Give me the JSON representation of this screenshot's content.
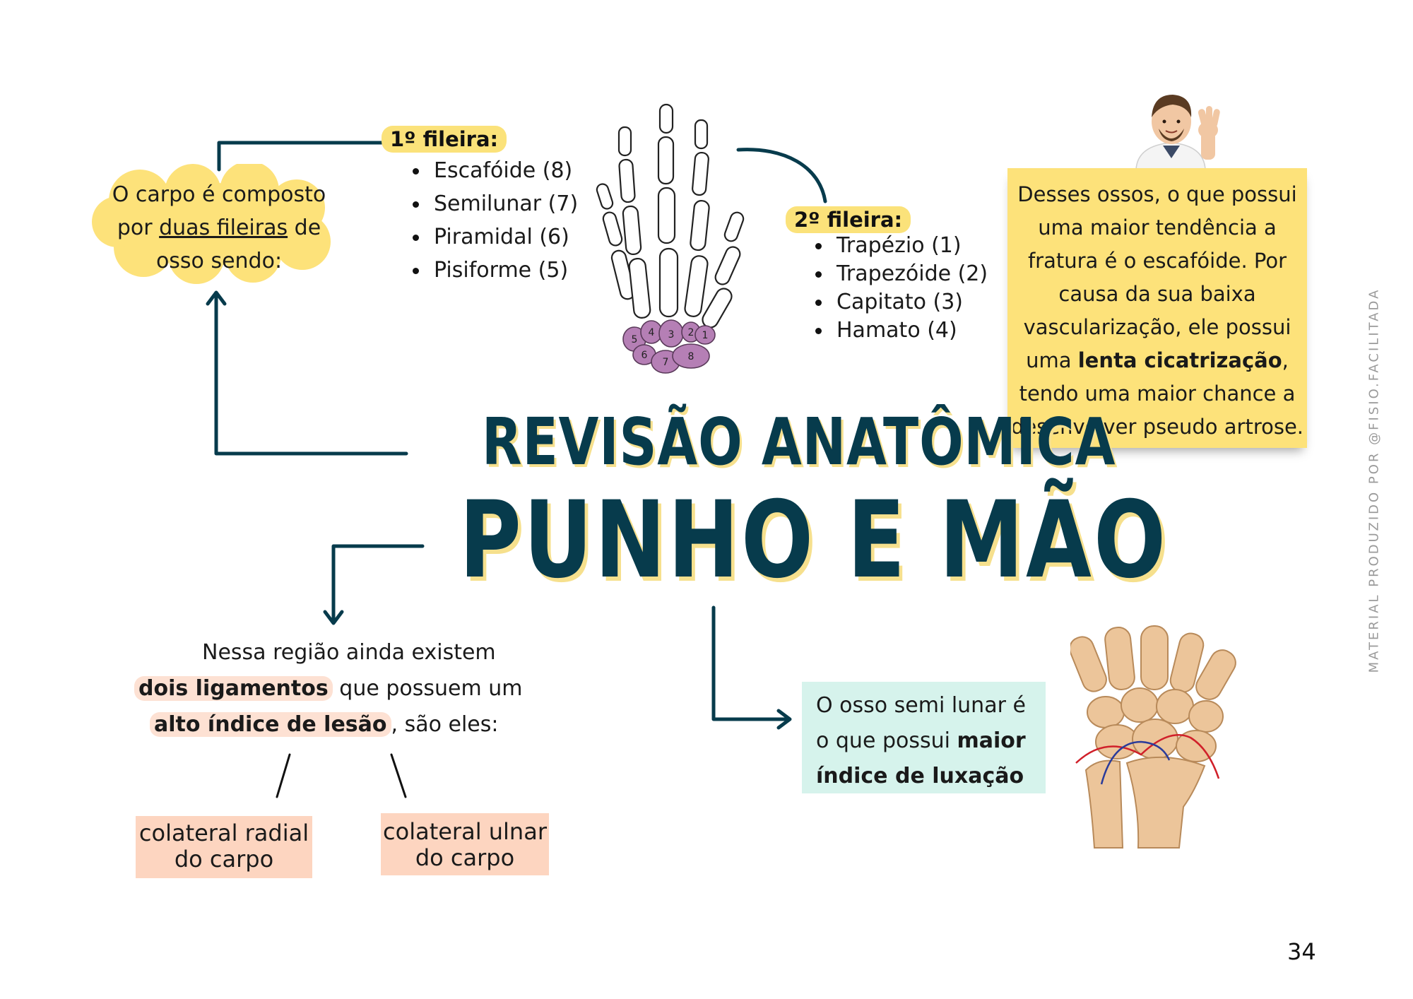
{
  "cloud": {
    "line1": "O carpo é composto",
    "line2_pre": "por ",
    "line2_u": "duas fileiras",
    "line2_post": " de",
    "line3": "osso sendo:"
  },
  "row1": {
    "label": "1º fileira:",
    "items": [
      "Escafóide (8)",
      "Semilunar (7)",
      "Piramidal (6)",
      "Pisiforme (5)"
    ]
  },
  "row2": {
    "label": "2º fileira:",
    "items": [
      "Trapézio (1)",
      "Trapezóide (2)",
      "Capitato (3)",
      "Hamato (4)"
    ]
  },
  "hand_numbers": [
    "5",
    "4",
    "3",
    "2",
    "1",
    "6",
    "7",
    "8"
  ],
  "note": {
    "lines": [
      "Desses ossos, o que possui",
      "uma maior tendência a",
      "fratura é o escafóide. Por",
      "causa da sua baixa",
      "vascularização, ele possui"
    ],
    "line6_pre": "uma ",
    "line6_bold": "lenta cicatrização",
    "line6_post": ",",
    "line7": "tendo uma maior chance a",
    "line8": "desenvolver pseudo artrose."
  },
  "title": {
    "line1": "REVISÃO ANATÔMICA",
    "line2": "PUNHO E MÃO"
  },
  "ligaments": {
    "line1": "Nessa região ainda existem",
    "line2_bold": "dois ligamentos",
    "line2_post": " que possuem um",
    "line3_bold": "alto índice de lesão",
    "line3_post": ", são eles:",
    "left": {
      "line1": "colateral radial",
      "line2": "do carpo"
    },
    "right": {
      "line1": "colateral ulnar",
      "line2": "do carpo"
    }
  },
  "lunate": {
    "line1": "O osso semi lunar é",
    "line2_pre": "o que possui ",
    "line2_bold": "maior",
    "line3_bold": "índice de luxação"
  },
  "side_text": "MATERIAL PRODUZIDO POR @FISIO.FACILITADA",
  "page_number": "34",
  "colors": {
    "navy": "#073b4c",
    "yellow": "#fde27a",
    "peach": "#fdd5c0",
    "mint": "#d6f3ec",
    "carpal_purple": "#b57fb5"
  }
}
